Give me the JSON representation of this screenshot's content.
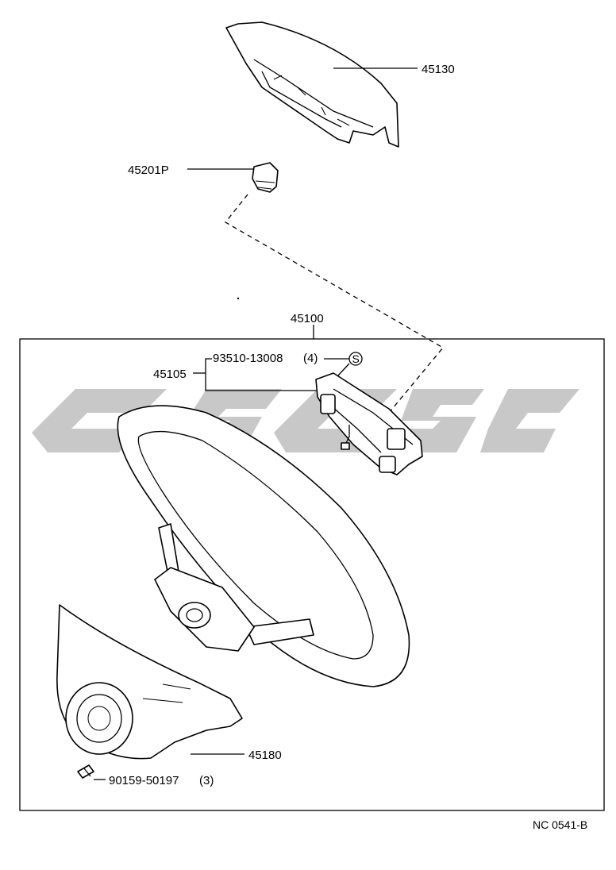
{
  "parts": {
    "horn_pad": "45130",
    "horn_contact": "45201P",
    "wheel_assembly": "45100",
    "horn_button_assembly": "45105",
    "screw": "93510-13008",
    "screw_qty": "(4)",
    "screw_symbol": "S",
    "lower_cover": "45180",
    "bolt": "90159-50197",
    "bolt_qty": "(3)"
  },
  "drawing_ref": "NC 0541-B",
  "colors": {
    "line": "#000000",
    "background": "#ffffff",
    "watermark": "#b8b8b8"
  }
}
